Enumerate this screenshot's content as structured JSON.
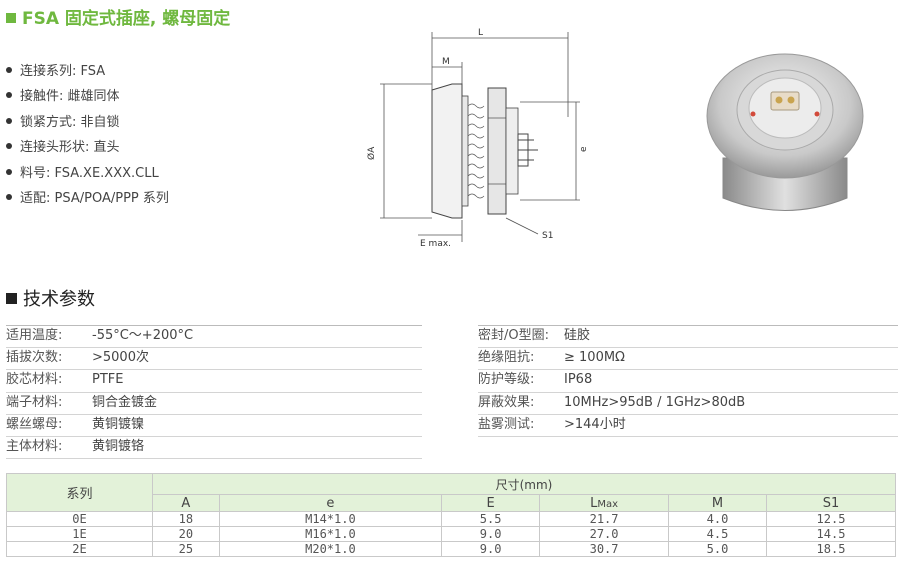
{
  "title": "FSA 固定式插座, 螺母固定",
  "features": [
    "连接系列: FSA",
    "接触件: 雌雄同体",
    "锁紧方式: 非自锁",
    "连接头形状: 直头",
    "料号: FSA.XE.XXX.CLL",
    "适配: PSA/POA/PPP 系列"
  ],
  "drawing_labels": {
    "L": "L",
    "M": "M",
    "A": "ØA",
    "e": "e",
    "E": "E max.",
    "S1": "S1"
  },
  "section_title": "技术参数",
  "params_left": [
    {
      "k": "适用温度:",
      "v": "-55°C～+200°C"
    },
    {
      "k": "插拔次数:",
      "v": ">5000次"
    },
    {
      "k": "胶芯材料:",
      "v": "PTFE"
    },
    {
      "k": "端子材料:",
      "v": "铜合金镀金"
    },
    {
      "k": "螺丝螺母:",
      "v": "黄铜镀镍"
    },
    {
      "k": "主体材料:",
      "v": "黄铜镀铬"
    }
  ],
  "params_right": [
    {
      "k": "密封/O型圈:",
      "v": "硅胶"
    },
    {
      "k": "绝缘阻抗:",
      "v": "≥ 100MΩ"
    },
    {
      "k": "防护等级:",
      "v": "IP68"
    },
    {
      "k": "屏蔽效果:",
      "v": "10MHz>95dB / 1GHz>80dB"
    },
    {
      "k": "盐雾测试:",
      "v": ">144小时"
    }
  ],
  "dims_table": {
    "series_header": "系列",
    "group_header": "尺寸(mm)",
    "columns": [
      "A",
      "e",
      "E",
      "L",
      "M",
      "S1"
    ],
    "lmax_suffix": "Max",
    "rows": [
      [
        "0E",
        "18",
        "M14*1.0",
        "5.5",
        "21.7",
        "4.0",
        "12.5"
      ],
      [
        "1E",
        "20",
        "M16*1.0",
        "9.0",
        "27.0",
        "4.5",
        "14.5"
      ],
      [
        "2E",
        "25",
        "M20*1.0",
        "9.0",
        "30.7",
        "5.0",
        "18.5"
      ]
    ]
  }
}
